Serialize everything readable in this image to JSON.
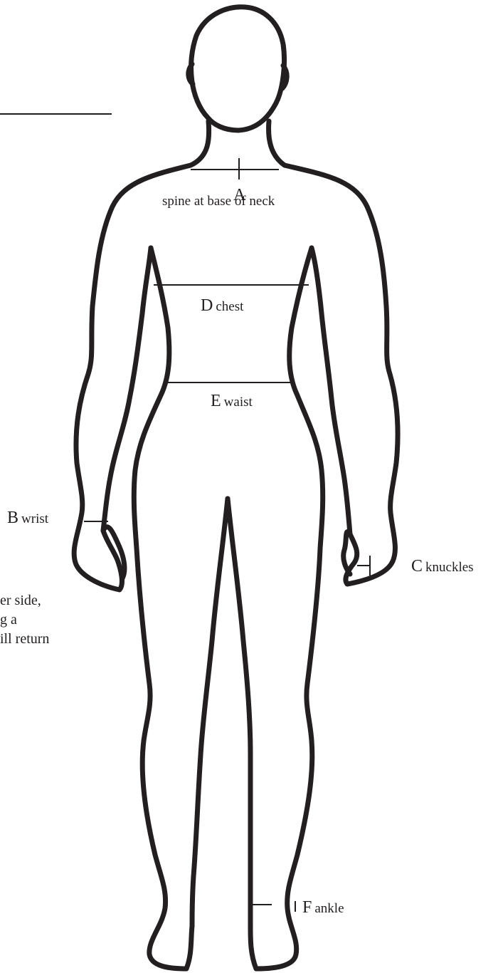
{
  "labels": {
    "A": {
      "letter": "A",
      "description": "spine at base of neck"
    },
    "D": {
      "letter": "D",
      "description": "chest"
    },
    "E": {
      "letter": "E",
      "description": "waist"
    },
    "B": {
      "letter": "B",
      "description": "wrist"
    },
    "C": {
      "letter": "C",
      "description": "knuckles"
    },
    "F": {
      "letter": "F",
      "description": "ankle"
    }
  },
  "text_fragment": {
    "lines": [
      "er side,",
      "g a",
      "ill return"
    ]
  },
  "colors": {
    "ink": "#231f20",
    "background": "#ffffff"
  }
}
